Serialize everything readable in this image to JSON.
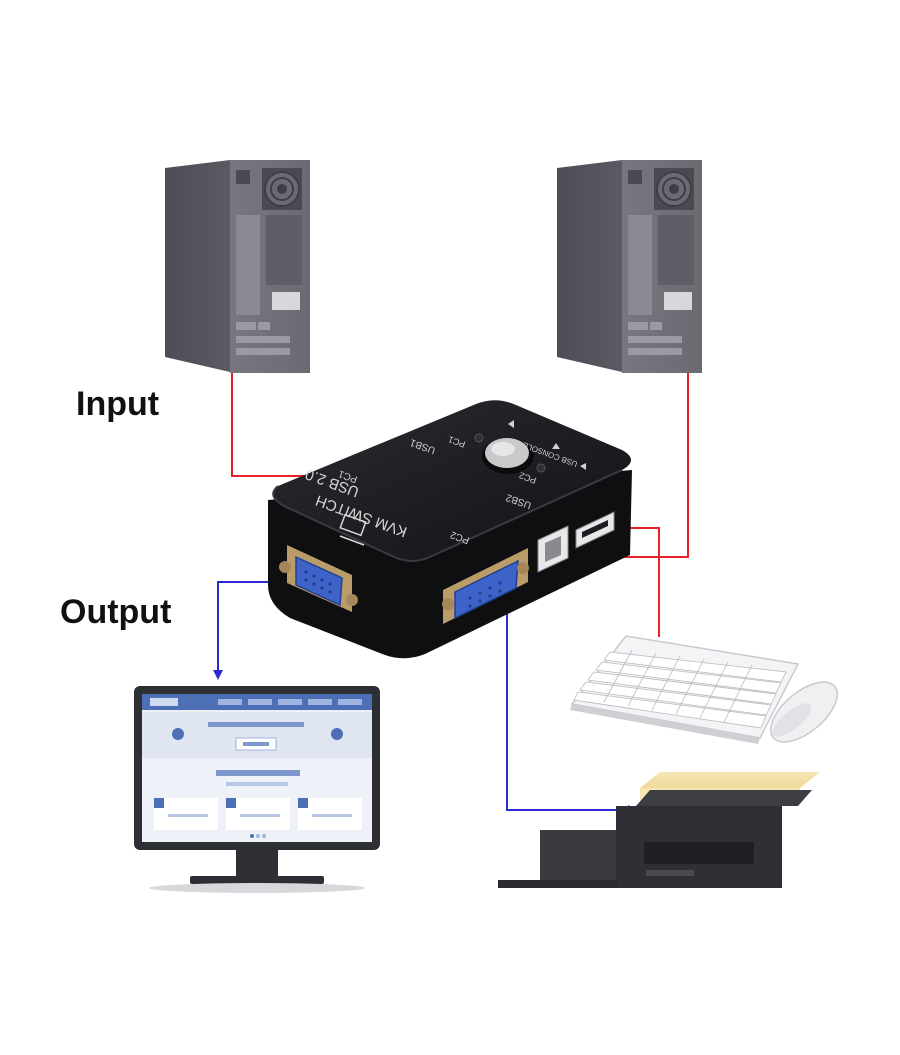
{
  "labels": {
    "input": "Input",
    "output": "Output"
  },
  "device": {
    "line1": "USB 2.0",
    "line2": "KVM SWITCH",
    "pc1": "PC1",
    "pc2": "PC2",
    "usb1": "USB1",
    "usb2": "USB2",
    "led_pc1": "PC1",
    "led_pc2": "PC2",
    "usb_console": "USB CONSOLE"
  },
  "colors": {
    "input_line": "#e8222a",
    "output_line": "#2a2ad0",
    "switch_body": "#1b1c1f",
    "tower": "#5c5c66",
    "vga_port": "#3d63c8"
  },
  "icons": [
    "computer-tower-icon",
    "monitor-icon",
    "keyboard-icon",
    "mouse-icon",
    "printer-icon"
  ]
}
